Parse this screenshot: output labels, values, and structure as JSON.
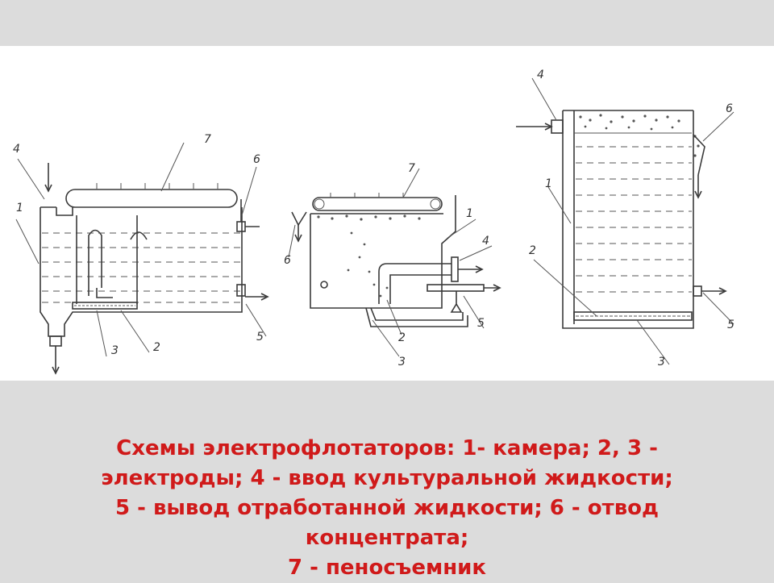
{
  "caption": {
    "text": "Схемы электрофлотаторов: 1- камера; 2, 3 -\nэлектроды; 4 - ввод культуральной жидкости;\n5 - вывод отработанной жидкости; 6 - отвод\nконцентрата;\n7 - пеносъемник"
  },
  "diagrams": {
    "left": {
      "labels": [
        "1",
        "2",
        "3",
        "4",
        "5",
        "6",
        "7"
      ]
    },
    "middle": {
      "labels": [
        "1",
        "2",
        "3",
        "4",
        "5",
        "6",
        "7"
      ]
    },
    "right": {
      "labels": [
        "1",
        "2",
        "3",
        "4",
        "5",
        "6"
      ]
    }
  },
  "colors": {
    "background": "#dcdcdc",
    "panel": "#ffffff",
    "caption": "#d01a1a",
    "lines": "#3a3a3a"
  }
}
